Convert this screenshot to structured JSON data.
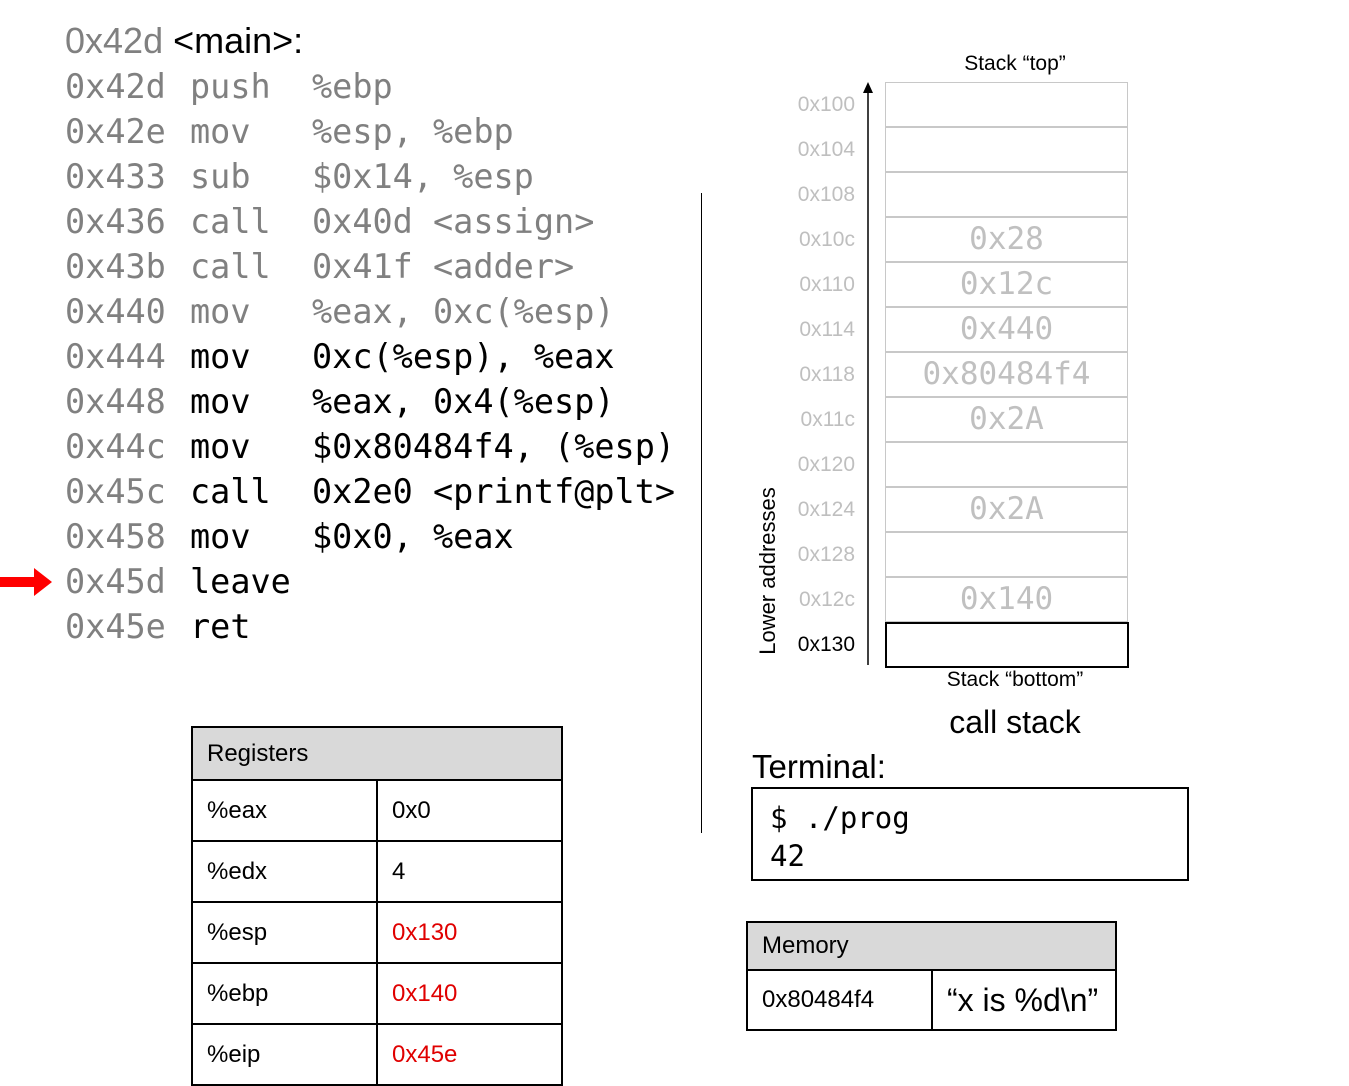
{
  "code": {
    "header": {
      "address": "0x42d",
      "label": "<main>:"
    },
    "lines": [
      {
        "addr": "0x42d",
        "op": "push",
        "args": "%ebp",
        "executed": true
      },
      {
        "addr": "0x42e",
        "op": "mov",
        "args": "%esp, %ebp",
        "executed": true
      },
      {
        "addr": "0x433",
        "op": "sub",
        "args": "$0x14, %esp",
        "executed": true
      },
      {
        "addr": "0x436",
        "op": "call",
        "args": "0x40d <assign>",
        "executed": true
      },
      {
        "addr": "0x43b",
        "op": "call",
        "args": "0x41f <adder>",
        "executed": true
      },
      {
        "addr": "0x440",
        "op": "mov",
        "args": "%eax, 0xc(%esp)",
        "executed": true
      },
      {
        "addr": "0x444",
        "op": "mov",
        "args": "0xc(%esp), %eax",
        "executed": false
      },
      {
        "addr": "0x448",
        "op": "mov",
        "args": "%eax, 0x4(%esp)",
        "executed": false
      },
      {
        "addr": "0x44c",
        "op": "mov",
        "args": "$0x80484f4, (%esp)",
        "executed": false
      },
      {
        "addr": "0x45c",
        "op": "call",
        "args": "0x2e0 <printf@plt>",
        "executed": false
      },
      {
        "addr": "0x458",
        "op": "mov",
        "args": "$0x0, %eax",
        "executed": false
      },
      {
        "addr": "0x45d",
        "op": "leave",
        "args": "",
        "executed": false,
        "current": true
      },
      {
        "addr": "0x45e",
        "op": "ret",
        "args": "",
        "executed": false
      }
    ],
    "arrow_color": "#ff0000"
  },
  "stack": {
    "top_label": "Stack “top”",
    "bottom_label": "Stack “bottom”",
    "axis_label": "Lower addresses",
    "title": "call stack",
    "rows": [
      {
        "addr": "0x100",
        "value": ""
      },
      {
        "addr": "0x104",
        "value": ""
      },
      {
        "addr": "0x108",
        "value": ""
      },
      {
        "addr": "0x10c",
        "value": "0x28"
      },
      {
        "addr": "0x110",
        "value": "0x12c"
      },
      {
        "addr": "0x114",
        "value": "0x440"
      },
      {
        "addr": "0x118",
        "value": "0x80484f4"
      },
      {
        "addr": "0x11c",
        "value": "0x2A"
      },
      {
        "addr": "0x120",
        "value": ""
      },
      {
        "addr": "0x124",
        "value": "0x2A"
      },
      {
        "addr": "0x128",
        "value": ""
      },
      {
        "addr": "0x12c",
        "value": "0x140"
      },
      {
        "addr": "0x130",
        "value": "",
        "current": true
      }
    ]
  },
  "registers": {
    "title": "Registers",
    "rows": [
      {
        "name": "%eax",
        "value": "0x0",
        "changed": false
      },
      {
        "name": "%edx",
        "value": "4",
        "changed": false
      },
      {
        "name": "%esp",
        "value": "0x130",
        "changed": true
      },
      {
        "name": "%ebp",
        "value": "0x140",
        "changed": true
      },
      {
        "name": "%eip",
        "value": "0x45e",
        "changed": true
      }
    ]
  },
  "terminal": {
    "label": "Terminal:",
    "lines": [
      "$ ./prog",
      "42"
    ]
  },
  "memory": {
    "title": "Memory",
    "address": "0x80484f4",
    "value": "“x is %d\\n”"
  }
}
